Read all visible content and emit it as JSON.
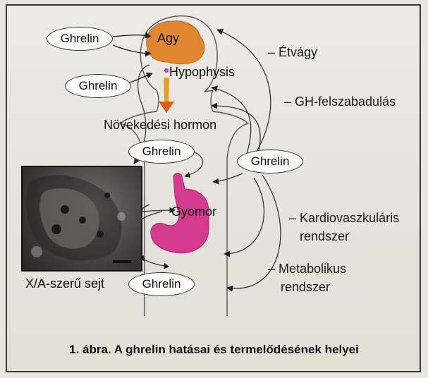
{
  "labels": {
    "brain": "Agy",
    "pituitary": "Hypophysis",
    "growth_hormone": "Növekedési hormon",
    "stomach": "Gyomor",
    "cell": "X/A-szerű sejt"
  },
  "ghrelin_tags": [
    "Ghrelin",
    "Ghrelin",
    "Ghrelin",
    "Ghrelin",
    "Ghrelin"
  ],
  "effects": {
    "appetite": "– Étvágy",
    "gh_release": "– GH-felszabadulás",
    "cardio_1": "– Kardiovaszkuláris",
    "cardio_2": "rendszer",
    "metabolic_1": "– Metabolikus",
    "metabolic_2": "rendszer"
  },
  "caption": "1. ábra. A ghrelin hatásai és termelődésének helyei",
  "colors": {
    "brain": "#e0872f",
    "stomach": "#d43a8e",
    "arrow": "#e8a020"
  }
}
